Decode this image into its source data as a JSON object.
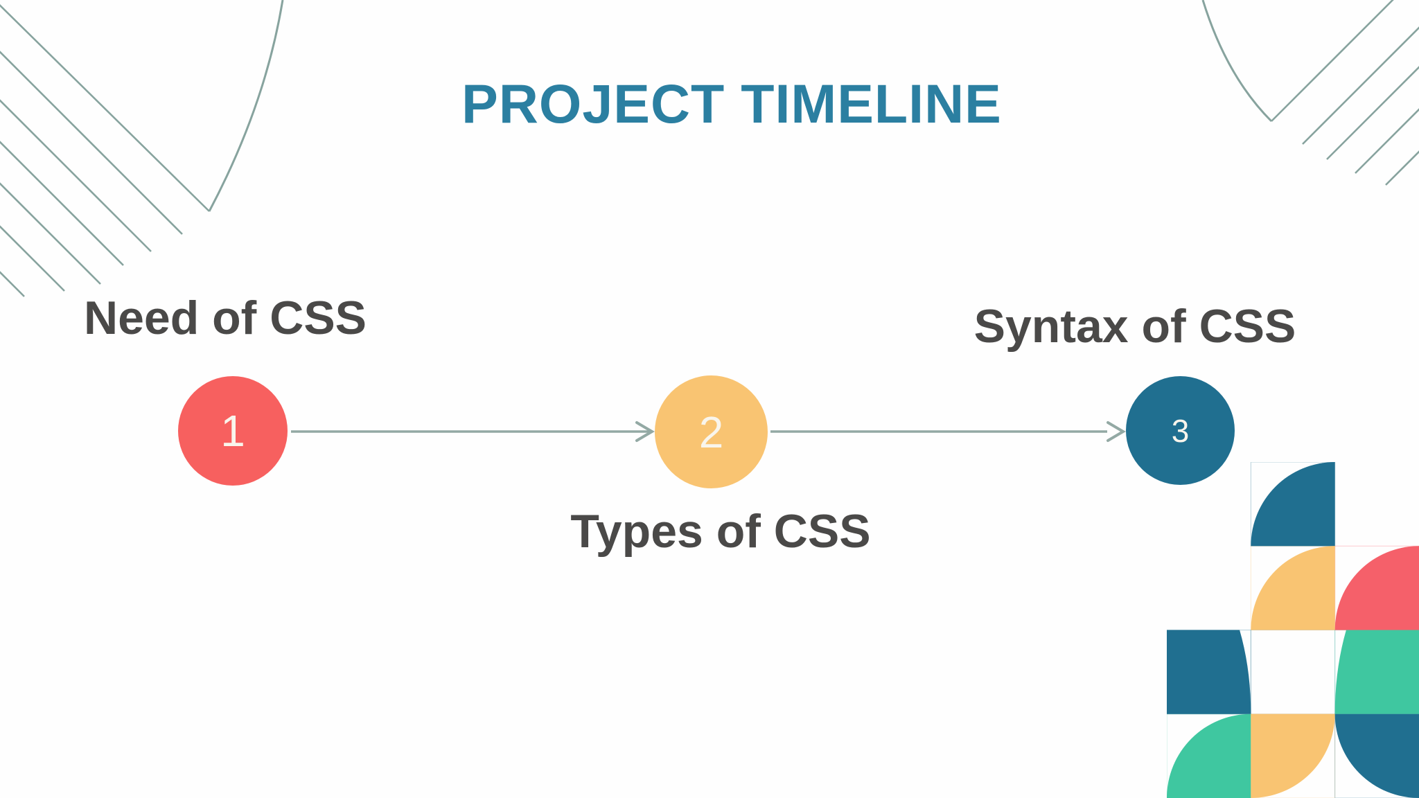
{
  "title": "PROJECT TIMELINE",
  "steps": [
    {
      "number": "1",
      "label": "Need of CSS"
    },
    {
      "number": "2",
      "label": "Types of CSS"
    },
    {
      "number": "3",
      "label": "Syntax of CSS"
    }
  ],
  "colors": {
    "background": "#fefefe",
    "title": "#2b7fa1",
    "label_text": "#4a4948",
    "number_text": "#f9f5ec",
    "coral": "#f7605f",
    "yellow": "#f9c472",
    "teal": "#206f90",
    "green": "#3fc7a0",
    "pattern_coral": "#f5606a",
    "sage_line": "#87a39e",
    "arrow": "#93a9a4"
  }
}
